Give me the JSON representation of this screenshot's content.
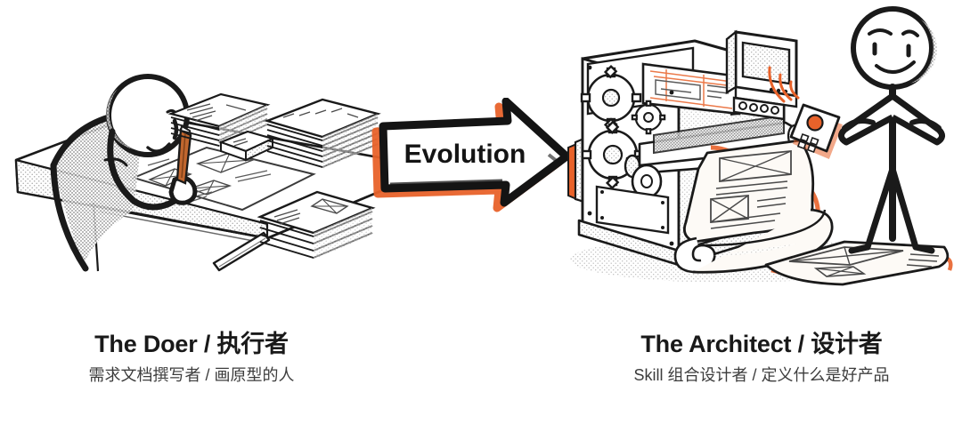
{
  "background_color": "#ffffff",
  "ink_color": "#1a1a1a",
  "accent_color": "#e8622a",
  "accent_soft_color": "#f3a27a",
  "paper_color": "#fdfaf6",
  "shade_color": "#b9b9b9",
  "left": {
    "scene_name": "person-writing-documents-at-desk",
    "title": "The Doer / 执行者",
    "subtitle": "需求文档撰写者 / 画原型的人",
    "figure": {
      "pose": "hunched-over-desk",
      "expression": "tired-frown"
    },
    "props": [
      "desk",
      "wireframe-sheet",
      "pencil-in-hand",
      "loose-pencil",
      "document-stack-back",
      "document-stack-tall",
      "document-stack-front",
      "small-book"
    ]
  },
  "middle": {
    "arrow_label": "Evolution",
    "arrow_direction": "right",
    "arrow_style": "hand-drawn-outline-with-orange-shadow"
  },
  "right": {
    "scene_name": "person-operating-printing-machine",
    "title": "The Architect / 设计者",
    "subtitle": "Skill 组合设计者 / 定义什么是好产品",
    "figure": {
      "pose": "standing-arms-crossed",
      "expression": "confident-smirk-raised-eyebrow"
    },
    "props": [
      "printing-machine",
      "gears",
      "blueprint-screen",
      "control-monitor",
      "control-buttons",
      "roller",
      "printed-scroll",
      "printed-sheet",
      "remote-control",
      "signal-waves"
    ]
  }
}
